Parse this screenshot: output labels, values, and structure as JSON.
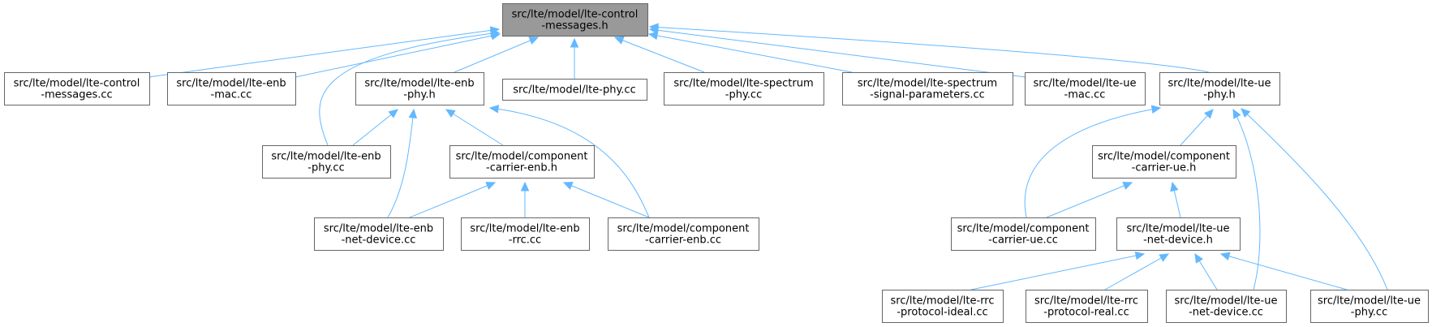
{
  "diagram": {
    "type": "include-dependency-graph",
    "edge_color": "#63b8ff",
    "root_fill": "#999999",
    "node_fill": "#ffffff",
    "node_border": "#666666",
    "nodes": [
      {
        "id": "root",
        "lines": [
          "src/lte/model/lte-control",
          "-messages.h"
        ],
        "root": true
      },
      {
        "id": "ctrl-cc",
        "lines": [
          "src/lte/model/lte-control",
          "-messages.cc"
        ]
      },
      {
        "id": "enb-mac",
        "lines": [
          "src/lte/model/lte-enb",
          "-mac.cc"
        ]
      },
      {
        "id": "enb-phy-h",
        "lines": [
          "src/lte/model/lte-enb",
          "-phy.h"
        ]
      },
      {
        "id": "lte-phy-cc",
        "lines": [
          "src/lte/model/lte-phy.cc"
        ]
      },
      {
        "id": "spectrum-phy",
        "lines": [
          "src/lte/model/lte-spectrum",
          "-phy.cc"
        ]
      },
      {
        "id": "spectrum-signal",
        "lines": [
          "src/lte/model/lte-spectrum",
          "-signal-parameters.cc"
        ]
      },
      {
        "id": "ue-mac",
        "lines": [
          "src/lte/model/lte-ue",
          "-mac.cc"
        ]
      },
      {
        "id": "ue-phy-h",
        "lines": [
          "src/lte/model/lte-ue",
          "-phy.h"
        ]
      },
      {
        "id": "enb-phy-cc",
        "lines": [
          "src/lte/model/lte-enb",
          "-phy.cc"
        ]
      },
      {
        "id": "cc-enb-h",
        "lines": [
          "src/lte/model/component",
          "-carrier-enb.h"
        ]
      },
      {
        "id": "enb-netdev",
        "lines": [
          "src/lte/model/lte-enb",
          "-net-device.cc"
        ]
      },
      {
        "id": "enb-rrc",
        "lines": [
          "src/lte/model/lte-enb",
          "-rrc.cc"
        ]
      },
      {
        "id": "cc-enb-cc",
        "lines": [
          "src/lte/model/component",
          "-carrier-enb.cc"
        ]
      },
      {
        "id": "cc-ue-h",
        "lines": [
          "src/lte/model/component",
          "-carrier-ue.h"
        ]
      },
      {
        "id": "cc-ue-cc",
        "lines": [
          "src/lte/model/component",
          "-carrier-ue.cc"
        ]
      },
      {
        "id": "ue-netdev-h",
        "lines": [
          "src/lte/model/lte-ue",
          "-net-device.h"
        ]
      },
      {
        "id": "rrc-ideal",
        "lines": [
          "src/lte/model/lte-rrc",
          "-protocol-ideal.cc"
        ]
      },
      {
        "id": "rrc-real",
        "lines": [
          "src/lte/model/lte-rrc",
          "-protocol-real.cc"
        ]
      },
      {
        "id": "ue-netdev-cc",
        "lines": [
          "src/lte/model/lte-ue",
          "-net-device.cc"
        ]
      },
      {
        "id": "ue-phy-cc",
        "lines": [
          "src/lte/model/lte-ue",
          "-phy.cc"
        ]
      }
    ],
    "edges": [
      {
        "from": "ctrl-cc",
        "to": "root"
      },
      {
        "from": "enb-mac",
        "to": "root"
      },
      {
        "from": "enb-phy-h",
        "to": "root"
      },
      {
        "from": "lte-phy-cc",
        "to": "root"
      },
      {
        "from": "spectrum-phy",
        "to": "root"
      },
      {
        "from": "spectrum-signal",
        "to": "root"
      },
      {
        "from": "ue-mac",
        "to": "root"
      },
      {
        "from": "ue-phy-h",
        "to": "root"
      },
      {
        "from": "enb-phy-cc",
        "to": "root"
      },
      {
        "from": "enb-phy-cc",
        "to": "enb-phy-h"
      },
      {
        "from": "enb-netdev",
        "to": "enb-phy-h"
      },
      {
        "from": "cc-enb-h",
        "to": "enb-phy-h"
      },
      {
        "from": "cc-enb-cc",
        "to": "enb-phy-h"
      },
      {
        "from": "enb-netdev",
        "to": "cc-enb-h"
      },
      {
        "from": "enb-rrc",
        "to": "cc-enb-h"
      },
      {
        "from": "cc-enb-cc",
        "to": "cc-enb-h"
      },
      {
        "from": "cc-ue-cc",
        "to": "ue-phy-h"
      },
      {
        "from": "cc-ue-h",
        "to": "ue-phy-h"
      },
      {
        "from": "ue-netdev-cc",
        "to": "ue-phy-h"
      },
      {
        "from": "ue-phy-cc",
        "to": "ue-phy-h"
      },
      {
        "from": "cc-ue-cc",
        "to": "cc-ue-h"
      },
      {
        "from": "ue-netdev-h",
        "to": "cc-ue-h"
      },
      {
        "from": "rrc-ideal",
        "to": "ue-netdev-h"
      },
      {
        "from": "rrc-real",
        "to": "ue-netdev-h"
      },
      {
        "from": "ue-netdev-cc",
        "to": "ue-netdev-h"
      },
      {
        "from": "ue-phy-cc",
        "to": "ue-netdev-h"
      }
    ]
  }
}
